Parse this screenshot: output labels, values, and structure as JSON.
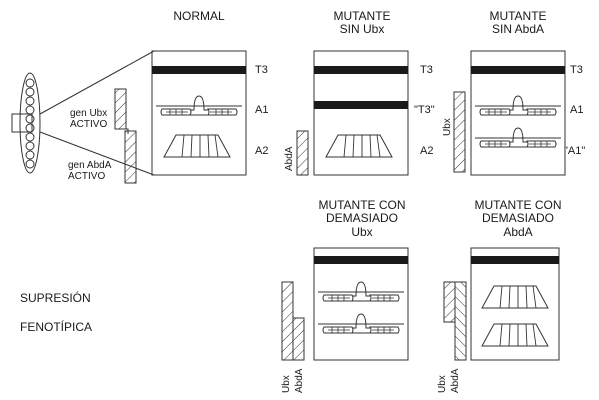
{
  "panels": {
    "normal": {
      "title": "NORMAL",
      "segments": [
        "T3",
        "A1",
        "A2"
      ],
      "gene_labels": {
        "ubx": [
          "gen Ubx",
          "ACTIVO"
        ],
        "abda": [
          "gen AbdA",
          "ACTIVO"
        ]
      }
    },
    "sin_ubx": {
      "title": [
        "MUTANTE",
        "SIN Ubx"
      ],
      "segments": [
        "T3",
        "\"T3\"",
        "A2"
      ],
      "bar_label": "AbdA"
    },
    "sin_abda": {
      "title": [
        "MUTANTE",
        "SIN AbdA"
      ],
      "segments": [
        "T3",
        "A1",
        "\"A1\""
      ],
      "bar_label": "Ubx"
    },
    "demasiado_ubx": {
      "title": [
        "MUTANTE CON",
        "DEMASIADO",
        "Ubx"
      ],
      "bar_labels": [
        "Ubx",
        "AbdA"
      ]
    },
    "demasiado_abda": {
      "title": [
        "MUTANTE CON",
        "DEMASIADO",
        "AbdA"
      ],
      "bar_labels": [
        "Ubx",
        "AbdA"
      ]
    }
  },
  "side_caption": [
    "SUPRESIÓN",
    "FENOTÍPICA"
  ],
  "colors": {
    "ink": "#1a1a1a",
    "band": "#1a1a1a",
    "hatch": "#333333"
  }
}
